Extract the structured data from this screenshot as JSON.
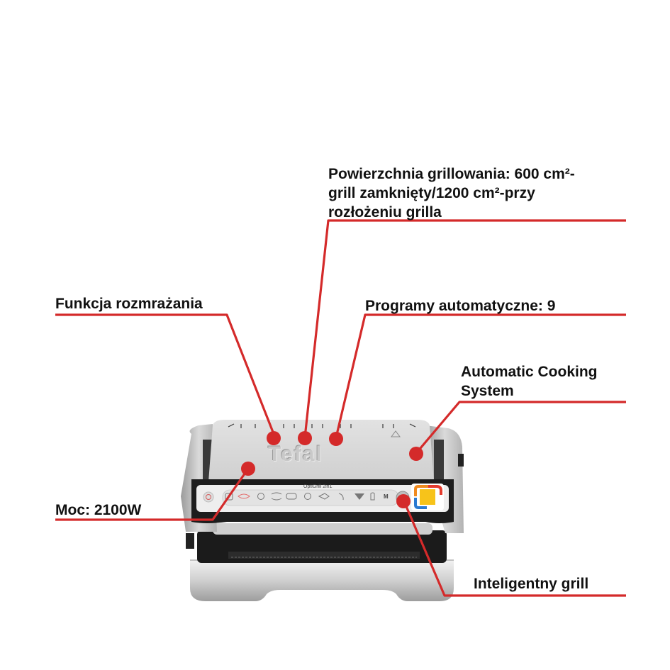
{
  "callouts": [
    {
      "id": "grill-surface",
      "text_lines": [
        "Powierzchnia grillowania: 600 cm²-",
        "grill zamknięty/1200 cm²-przy",
        "rozłożeniu grilla"
      ]
    },
    {
      "id": "defrost",
      "text_lines": [
        "Funkcja rozmrażania"
      ]
    },
    {
      "id": "auto-programs",
      "text_lines": [
        "Programy automatyczne: 9"
      ]
    },
    {
      "id": "auto-cooking",
      "text_lines": [
        "Automatic Cooking",
        "System"
      ]
    },
    {
      "id": "power",
      "text_lines": [
        "Moc: 2100W"
      ]
    },
    {
      "id": "smart-grill",
      "text_lines": [
        "Inteligentny grill"
      ]
    }
  ],
  "product": {
    "brand": "Tefal",
    "model_label": "OptiGrill 2in1",
    "manual_key": "M"
  },
  "colors": {
    "accent": "#d42a2a",
    "text": "#111111",
    "steel_light": "#e4e4e4",
    "steel_dark": "#a9a9a9",
    "panel_black": "#1d1d1d",
    "indicator_yellow": "#f7c31a",
    "indicator_red": "#e43b2d",
    "indicator_blue": "#2b7ad1",
    "indicator_orange": "#f08a1e"
  }
}
